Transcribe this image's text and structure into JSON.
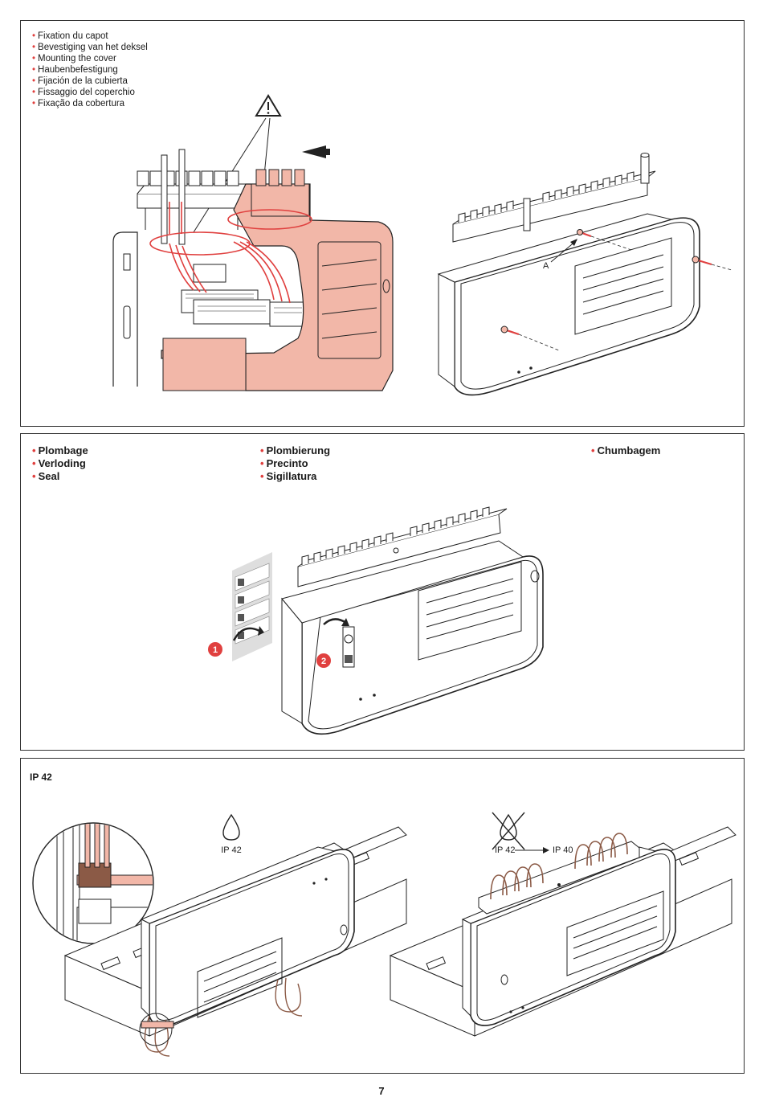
{
  "section_mounting": {
    "labels": [
      "Fixation du capot",
      "Bevestiging van het deksel",
      "Mounting the cover",
      "Haubenbefestigung",
      "Fijación de la cubierta",
      "Fissaggio del coperchio",
      "Fixação da cobertura"
    ],
    "callout_a": "A",
    "warning_icon": "warning-triangle-icon"
  },
  "section_seal": {
    "col1": [
      "Plombage",
      "Verloding",
      "Seal"
    ],
    "col2": [
      "Plombierung",
      "Precinto",
      "Sigillatura"
    ],
    "col3": [
      "Chumbagem"
    ],
    "step1": "1",
    "step2": "2"
  },
  "section_ip": {
    "title": "IP 42",
    "ok_label": "IP 42",
    "crossed_from": "IP 42",
    "crossed_to": "IP 40",
    "drop_icon": "water-drop-icon"
  },
  "page_number": "7",
  "colors": {
    "accent_red": "#e0403f",
    "salmon": "#f2b7a8",
    "line": "#222222"
  }
}
